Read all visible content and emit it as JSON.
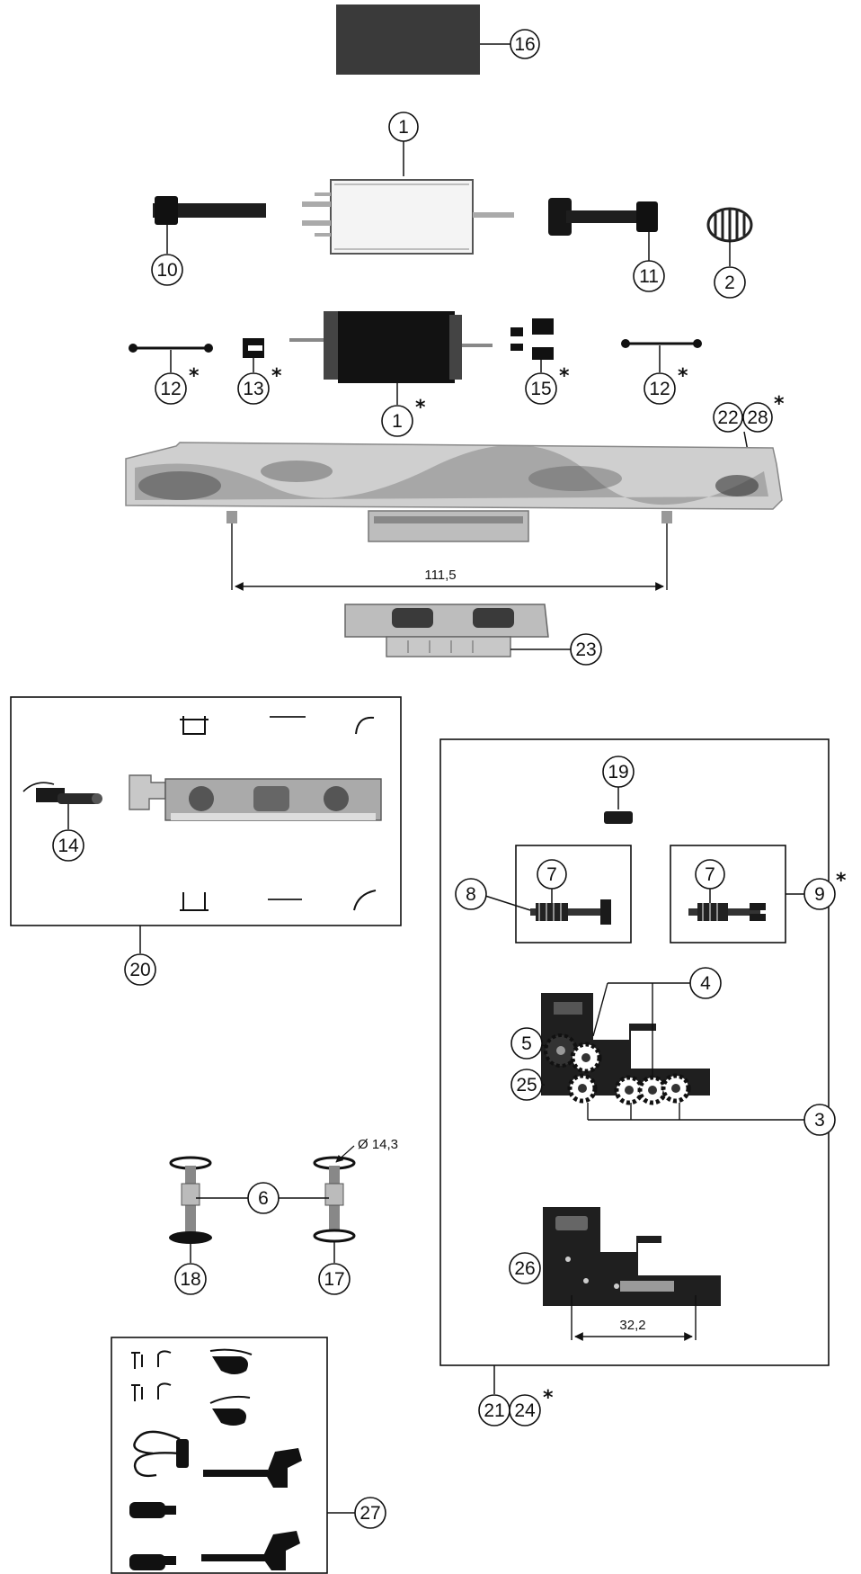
{
  "callouts": {
    "c16": {
      "number": "16"
    },
    "c1": {
      "number": "1"
    },
    "c10": {
      "number": "10"
    },
    "c11": {
      "number": "11"
    },
    "c2": {
      "number": "2"
    },
    "c12a": {
      "number": "12",
      "mark": "*"
    },
    "c13": {
      "number": "13",
      "mark": "*"
    },
    "c1s": {
      "number": "1",
      "mark": "*"
    },
    "c15": {
      "number": "15",
      "mark": "*"
    },
    "c12b": {
      "number": "12",
      "mark": "*"
    },
    "c22": {
      "number": "22"
    },
    "c28": {
      "number": "28",
      "mark": "*"
    },
    "c23": {
      "number": "23"
    },
    "c14": {
      "number": "14"
    },
    "c20": {
      "number": "20"
    },
    "c19": {
      "number": "19"
    },
    "c8": {
      "number": "8"
    },
    "c7a": {
      "number": "7"
    },
    "c7b": {
      "number": "7"
    },
    "c9": {
      "number": "9",
      "mark": "*"
    },
    "c4": {
      "number": "4"
    },
    "c5": {
      "number": "5"
    },
    "c25": {
      "number": "25"
    },
    "c3": {
      "number": "3"
    },
    "c6": {
      "number": "6"
    },
    "c18": {
      "number": "18"
    },
    "c17": {
      "number": "17"
    },
    "c26": {
      "number": "26"
    },
    "c21": {
      "number": "21"
    },
    "c24": {
      "number": "24",
      "mark": "*"
    },
    "c27": {
      "number": "27"
    }
  },
  "dimensions": {
    "wheelbase": "111,5",
    "wheel_diameter": "Ø 14,3",
    "gear_spacing": "32,2"
  }
}
